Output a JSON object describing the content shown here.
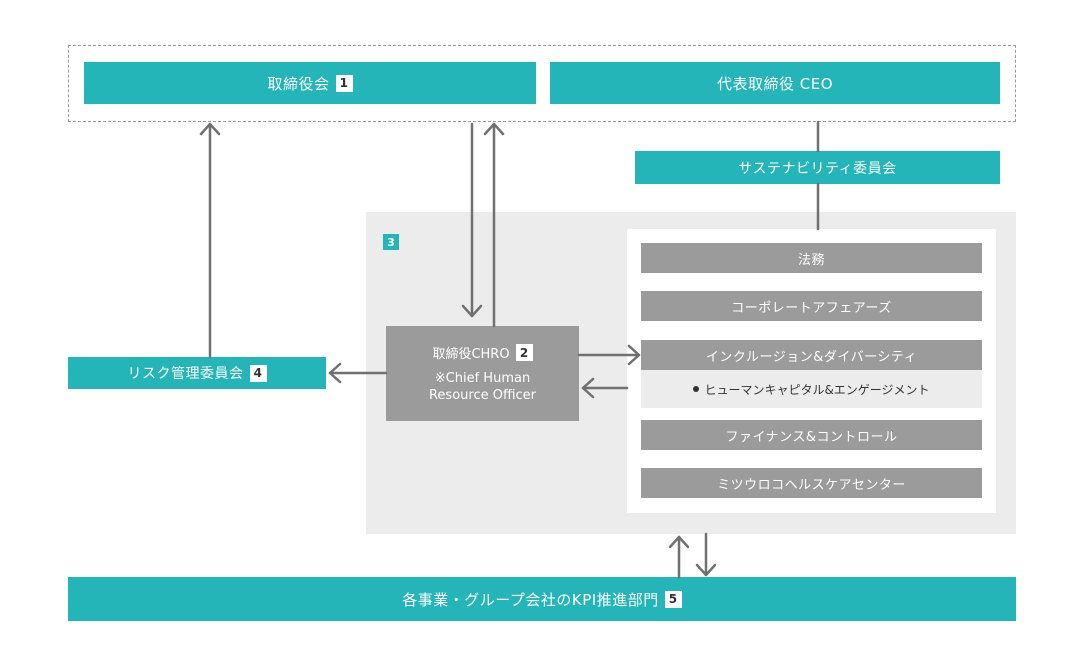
{
  "top": {
    "board": {
      "label": "取締役会",
      "num": "1"
    },
    "ceo": {
      "label": "代表取締役 CEO"
    }
  },
  "sustainability_committee": {
    "label": "サステナビリティ委員会"
  },
  "region3": {
    "num": "3"
  },
  "chro": {
    "label": "取締役CHRO",
    "num": "2",
    "note_line1": "※Chief Human",
    "note_line2": "Resource Officer"
  },
  "risk_committee": {
    "label": "リスク管理委員会",
    "num": "4"
  },
  "departments": [
    {
      "label": "法務"
    },
    {
      "label": "コーポレートアフェアーズ"
    },
    {
      "label": "インクルージョン&ダイバーシティ",
      "sub": "ヒューマンキャピタル&エンゲージメント"
    },
    {
      "label": "ファイナンス&コントロール"
    },
    {
      "label": "ミツウロコヘルスケアセンター"
    }
  ],
  "bottom": {
    "label": "各事業・グループ会社のKPI推進部門",
    "num": "5"
  },
  "colors": {
    "teal": "#24b5b8",
    "gray_box": "#9b9b9b",
    "panel": "#ececec",
    "arrow": "#707070"
  }
}
